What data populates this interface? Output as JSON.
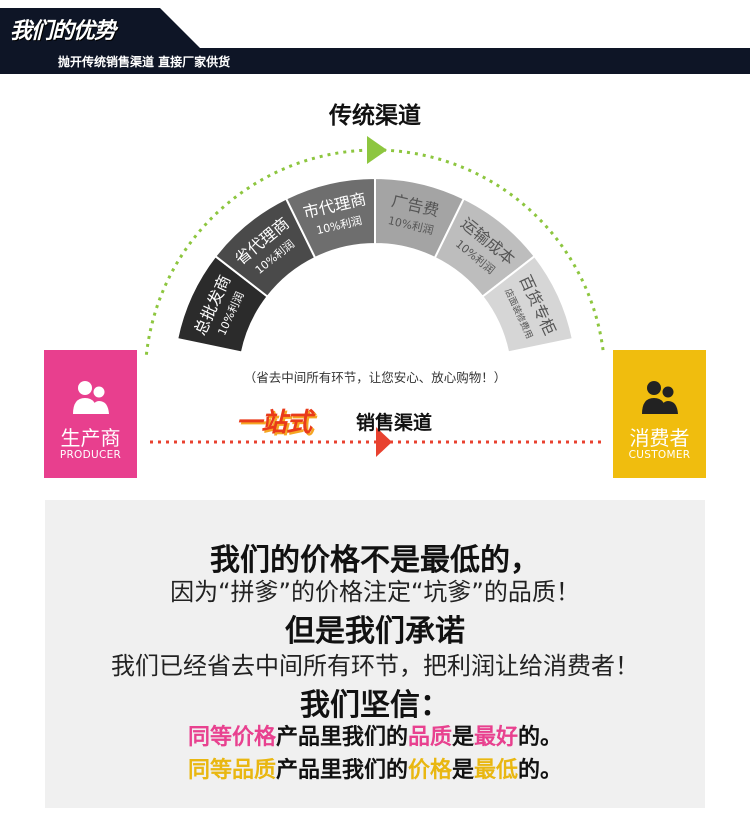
{
  "header": {
    "title": "我们的优势",
    "subtitle": "抛开传统销售渠道  直接厂家供货"
  },
  "diagram": {
    "traditional_label": "传统渠道",
    "segments": [
      {
        "title": "总批发商",
        "note": "10%利润",
        "color": "#2b2b2b"
      },
      {
        "title": "省代理商",
        "note": "10%利润",
        "color": "#4a4a4a"
      },
      {
        "title": "市代理商",
        "note": "10%利润",
        "color": "#6e6e6e"
      },
      {
        "title": "广告费",
        "note": "10%利润",
        "color": "#a4a4a4"
      },
      {
        "title": "运输成本",
        "note": "10%利润",
        "color": "#bdbdbd"
      },
      {
        "title": "百货专柜",
        "note": "店面装修费用",
        "color": "#d6d6d6"
      }
    ],
    "producer": {
      "label": "生产商",
      "en": "PRODUCER",
      "color": "#e83f8e",
      "icon": "people-icon"
    },
    "consumer": {
      "label": "消费者",
      "en": "CUSTOMER",
      "color": "#f0bd0e",
      "icon": "people-icon"
    },
    "note": "（省去中间所有环节，让您安心、放心购物！）",
    "direct_logo": "一站式",
    "direct_text": "销售渠道",
    "arrow_colors": {
      "traditional": "#8dc63f",
      "direct": "#e8412f"
    }
  },
  "panel": {
    "line1": "我们的价格不是最低的，",
    "line2": "因为“拼爹”的价格注定“坑爹”的品质！",
    "line3": "但是我们承诺",
    "line4": "我们已经省去中间所有环节，把利润让给消费者！",
    "line5": "我们坚信：",
    "line6": {
      "a": "同等价格",
      "b": "产品里我们的",
      "c": "品质",
      "d": "是",
      "e": "最好",
      "f": "的。"
    },
    "line7": {
      "a": "同等品质",
      "b": "产品里我们的",
      "c": "价格",
      "d": "是",
      "e": "最低",
      "f": "的。"
    }
  }
}
